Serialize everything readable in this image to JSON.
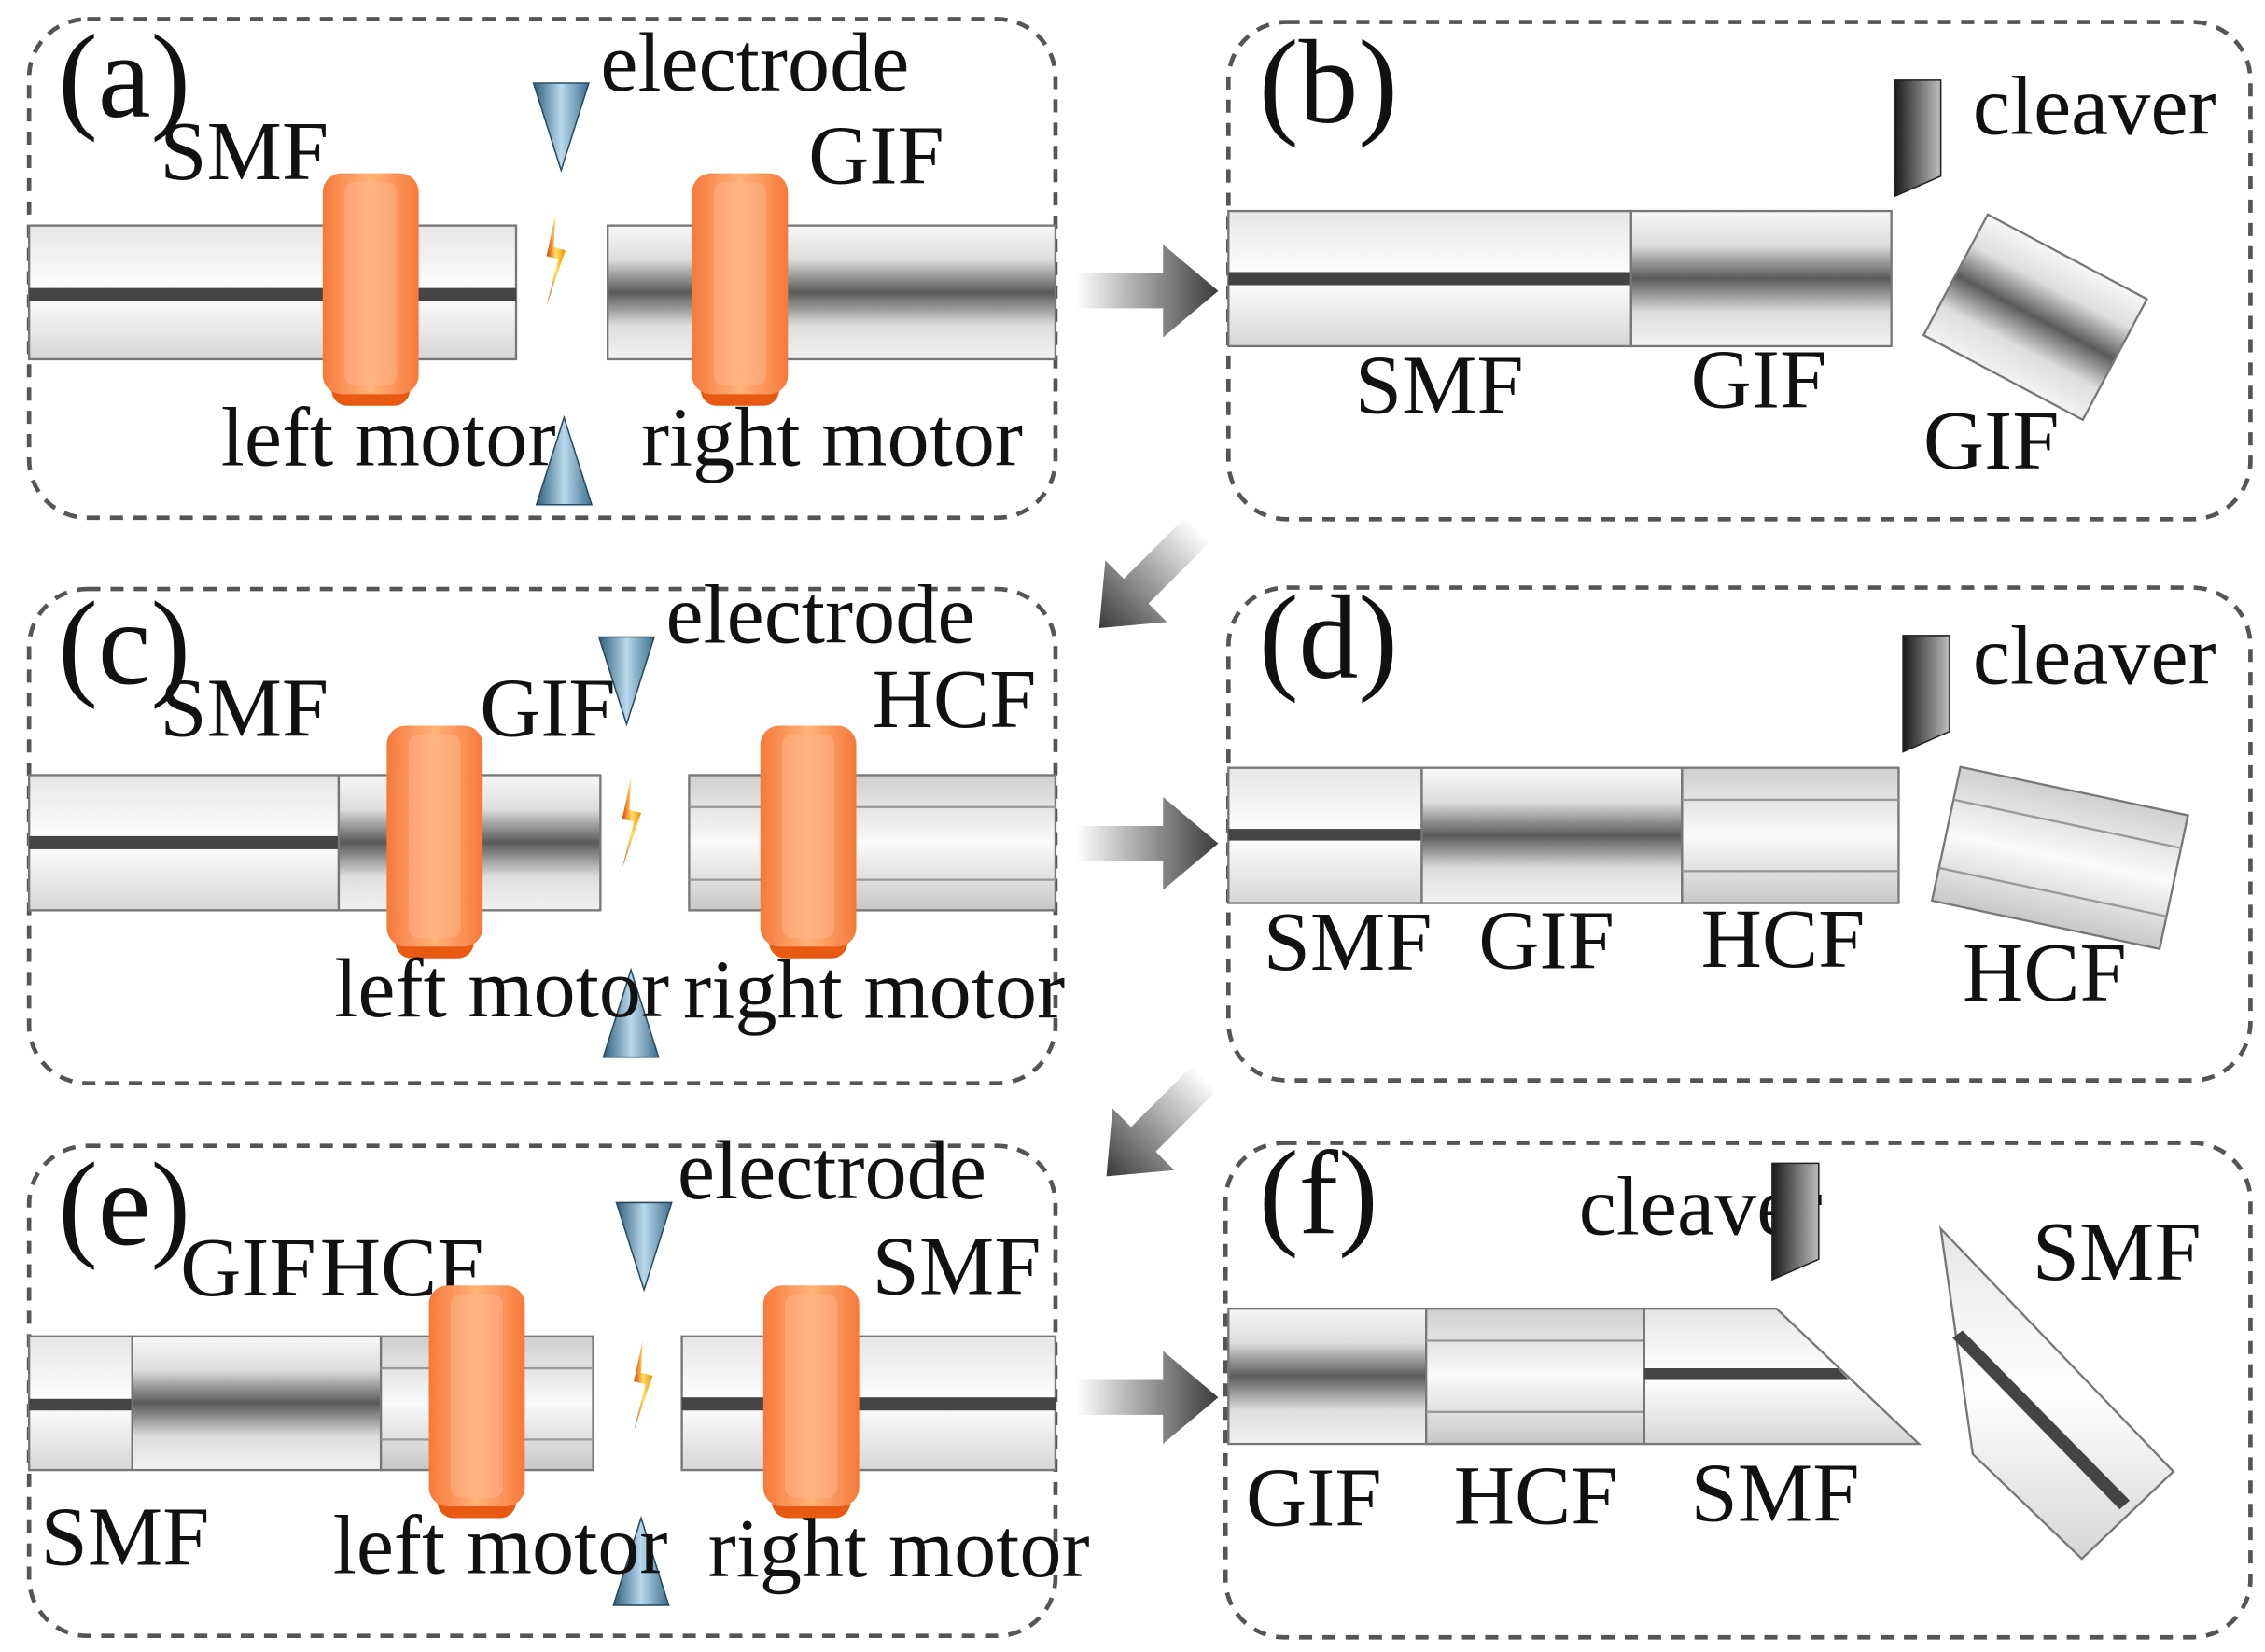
{
  "panels": {
    "a": {
      "label": "(a)",
      "electrode": "electrode",
      "left_fiber": "SMF",
      "right_fiber": "GIF",
      "left_motor": "left motor",
      "right_motor": "right motor"
    },
    "b": {
      "label": "(b)",
      "cleaver": "cleaver",
      "seg1": "SMF",
      "seg2": "GIF",
      "cut_piece": "GIF"
    },
    "c": {
      "label": "(c)",
      "electrode": "electrode",
      "smf": "SMF",
      "gif": "GIF",
      "hcf": "HCF",
      "left_motor": "left motor",
      "right_motor": "right motor"
    },
    "d": {
      "label": "(d)",
      "cleaver": "cleaver",
      "seg1": "SMF",
      "seg2": "GIF",
      "seg3": "HCF",
      "cut_piece": "HCF"
    },
    "e": {
      "label": "(e)",
      "electrode": "electrode",
      "gif": "GIF",
      "hcf": "HCF",
      "smf_left": "SMF",
      "smf_right": "SMF",
      "left_motor": "left motor",
      "right_motor": "right motor"
    },
    "f": {
      "label": "(f)",
      "cleaver": "cleaver",
      "seg1": "GIF",
      "seg2": "HCF",
      "seg3": "SMF",
      "cut_piece": "SMF"
    }
  },
  "colors": {
    "motor": "#f47a3a",
    "motor_dark": "#e45a10",
    "fiber": "#dcdcdc",
    "core": "#444444",
    "electrode": "#4f86a8",
    "spark": "#f59a1c",
    "arrow": "#4a4a4a",
    "border": "#555555"
  },
  "icons": [
    "electrode-icon",
    "spark-icon",
    "motor-icon",
    "cleaver-icon",
    "arrow-icon"
  ]
}
